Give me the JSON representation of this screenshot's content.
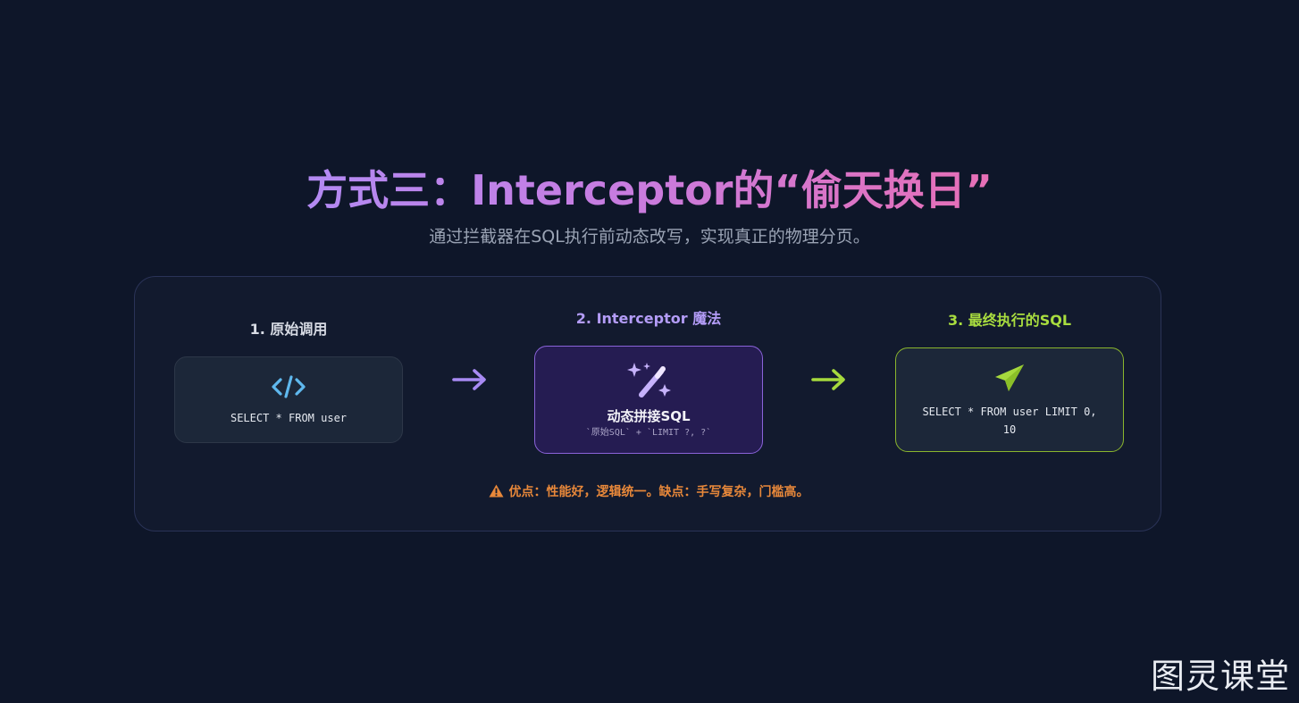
{
  "title": "方式三：Interceptor的“偷天换日”",
  "subtitle": "通过拦截器在SQL执行前动态改写，实现真正的物理分页。",
  "steps": [
    {
      "label": "1. 原始调用",
      "label_color": "#d7dbe4",
      "icon": "code-icon",
      "code": "SELECT * FROM user"
    },
    {
      "label": "2. Interceptor 魔法",
      "label_color": "#b39cf7",
      "icon": "magic-wand-icon",
      "box_title": "动态拼接SQL",
      "box_sub": "`原始SQL` + `LIMIT ?, ?`"
    },
    {
      "label": "3. 最终执行的SQL",
      "label_color": "#a9dd3f",
      "icon": "paper-plane-icon",
      "code": "SELECT * FROM user LIMIT 0, 10"
    }
  ],
  "arrows": [
    {
      "icon": "arrow-right-icon",
      "color": "#a88af3"
    },
    {
      "icon": "arrow-right-icon",
      "color": "#a6d93d"
    }
  ],
  "note": {
    "icon": "warning-icon",
    "text": "优点：性能好，逻辑统一。缺点：手写复杂，门槛高。",
    "color": "#e8883a"
  },
  "watermark": "图灵课堂",
  "colors": {
    "background": "#0e1629",
    "panel": "#121a2e",
    "accent_purple": "#8a63d9",
    "accent_green": "#8ab52d"
  }
}
